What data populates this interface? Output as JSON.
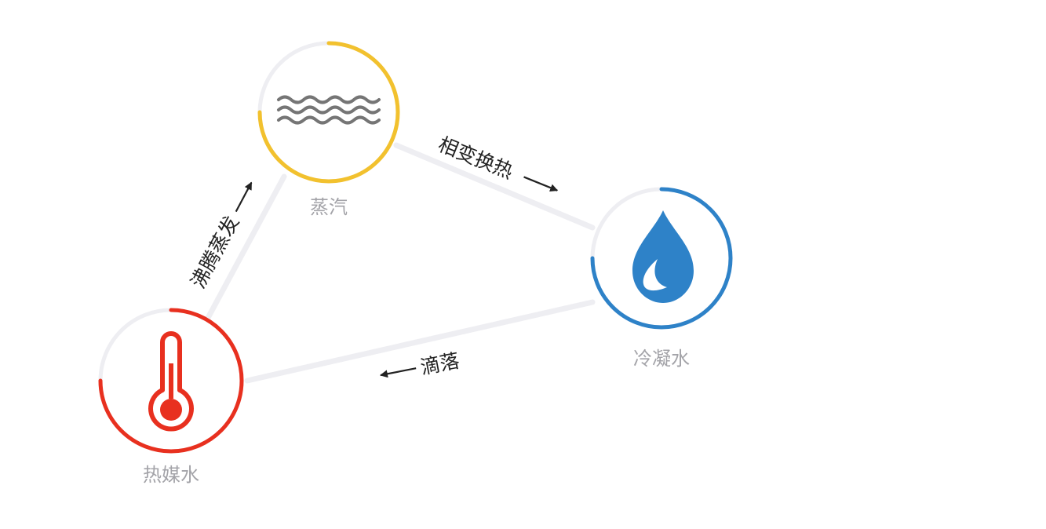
{
  "nodes": {
    "steam": {
      "label": "蒸汽",
      "icon": "waves-icon",
      "color": "#f2c12e"
    },
    "condensate": {
      "label": "冷凝水",
      "icon": "water-drop-icon",
      "color": "#2e82c8"
    },
    "heat_medium": {
      "label": "热媒水",
      "icon": "thermometer-icon",
      "color": "#e8301f"
    }
  },
  "edges": {
    "steam_to_condensate": {
      "label": "相变换热"
    },
    "condensate_to_heat_medium": {
      "label": "滴落"
    },
    "heat_medium_to_steam": {
      "label": "沸腾蒸发"
    }
  },
  "colors": {
    "ring_track": "#eeeef2",
    "connector": "#eeeef2",
    "arrow": "#222222",
    "label_gray": "#a3a3a8",
    "icon_gray": "#757575"
  }
}
